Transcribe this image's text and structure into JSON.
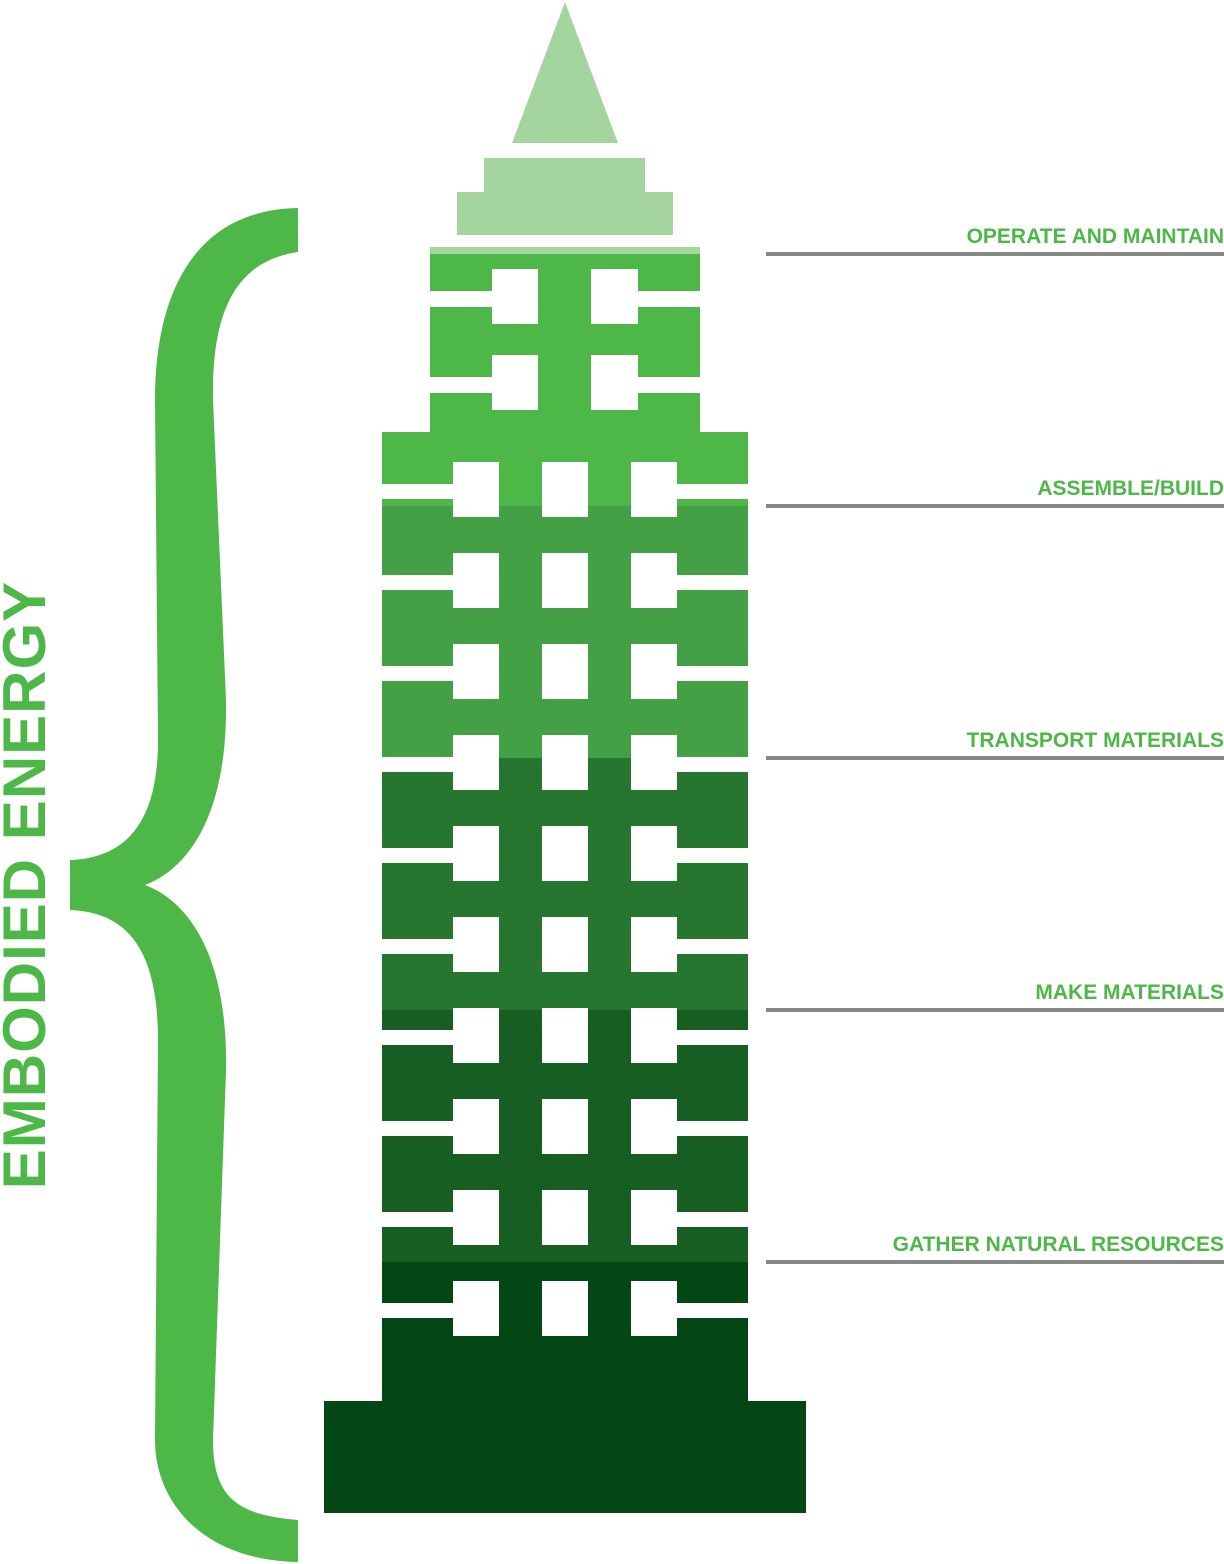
{
  "title": "EMBODIED ENERGY",
  "stages": [
    {
      "label": "OPERATE AND MAINTAIN",
      "color": "#4db748"
    },
    {
      "label": "ASSEMBLE/BUILD",
      "color": "#43a044"
    },
    {
      "label": "TRANSPORT MATERIALS",
      "color": "#26762f"
    },
    {
      "label": "MAKE MATERIALS",
      "color": "#175e22"
    },
    {
      "label": "GATHER NATURAL RESOURCES",
      "color": "#034814"
    }
  ],
  "colors": {
    "spire": "#a5d59f",
    "brace": "#4db748",
    "line": "#888888",
    "label": "#4db748"
  }
}
